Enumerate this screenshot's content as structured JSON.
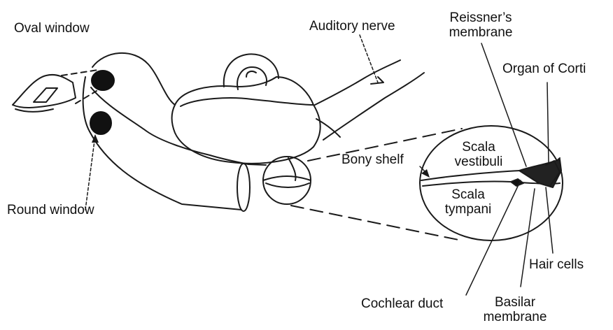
{
  "labels": {
    "oval_window": "Oval window",
    "round_window": "Round window",
    "auditory_nerve": "Auditory nerve",
    "reissners_line1": "Reissner’s",
    "reissners_line2": "membrane",
    "organ_of_corti": "Organ of Corti",
    "bony_shelf": "Bony shelf",
    "scala_vestibuli_line1": "Scala",
    "scala_vestibuli_line2": "vestibuli",
    "scala_tympani_line1": "Scala",
    "scala_tympani_line2": "tympani",
    "hair_cells": "Hair cells",
    "cochlear_duct": "Cochlear duct",
    "basilar_line1": "Basilar",
    "basilar_line2": "membrane"
  }
}
